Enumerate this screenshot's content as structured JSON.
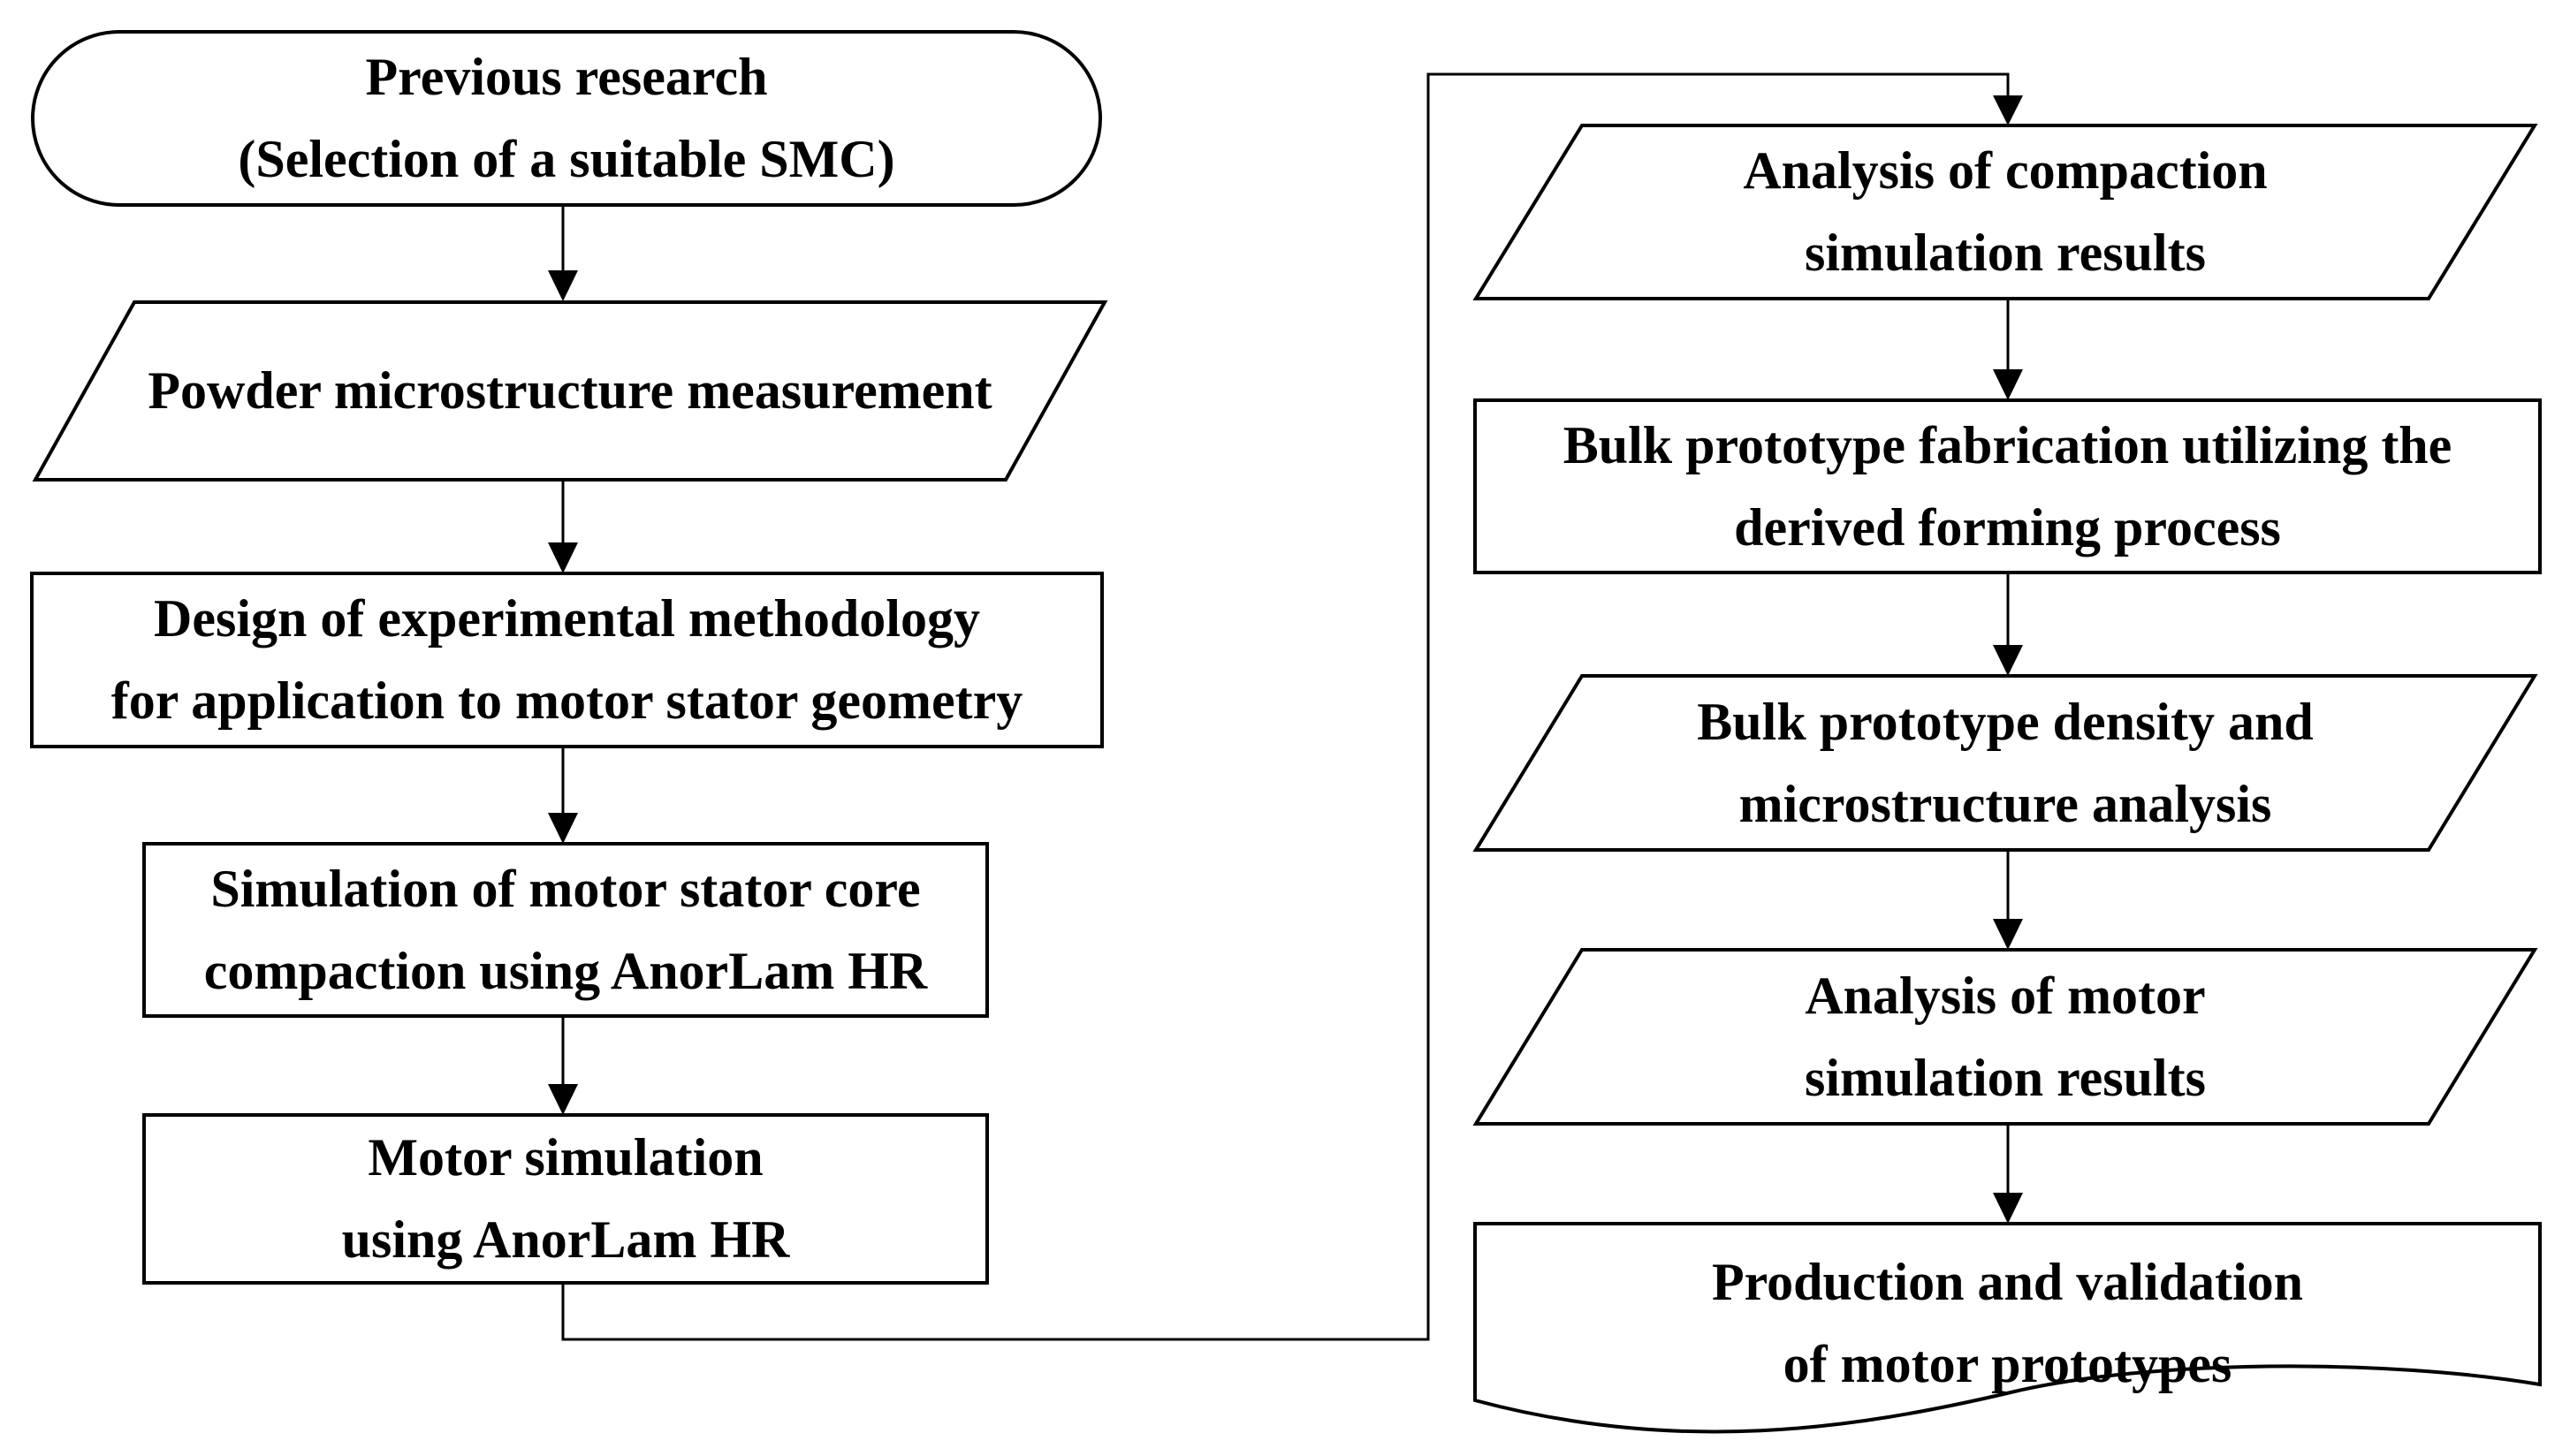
{
  "figure": {
    "background_color": "#ffffff",
    "line_color": "#000000",
    "text_color": "#000000",
    "nodes": {
      "previous_research": {
        "shape": "terminator",
        "label": "Previous research\n(Selection of a suitable SMC)"
      },
      "powder_measurement": {
        "shape": "data-parallelogram",
        "label": "Powder microstructure measurement"
      },
      "design_methodology": {
        "shape": "process-rectangle",
        "label": "Design of experimental methodology\nfor application to motor stator geometry"
      },
      "stator_core_simulation": {
        "shape": "process-rectangle",
        "label": "Simulation of motor stator core\ncompaction using AnorLam HR"
      },
      "motor_simulation": {
        "shape": "process-rectangle",
        "label": "Motor simulation\nusing AnorLam HR"
      },
      "compaction_results_analysis": {
        "shape": "data-parallelogram",
        "label": "Analysis of compaction\nsimulation results"
      },
      "bulk_prototype_fabrication": {
        "shape": "process-rectangle",
        "label": "Bulk prototype fabrication utilizing the\nderived forming process"
      },
      "bulk_prototype_analysis": {
        "shape": "data-parallelogram",
        "label": "Bulk prototype density and\nmicrostructure analysis"
      },
      "motor_results_analysis": {
        "shape": "data-parallelogram",
        "label": "Analysis of motor\nsimulation results"
      },
      "production_validation": {
        "shape": "document",
        "label": "Production and validation\nof motor prototypes"
      }
    }
  }
}
